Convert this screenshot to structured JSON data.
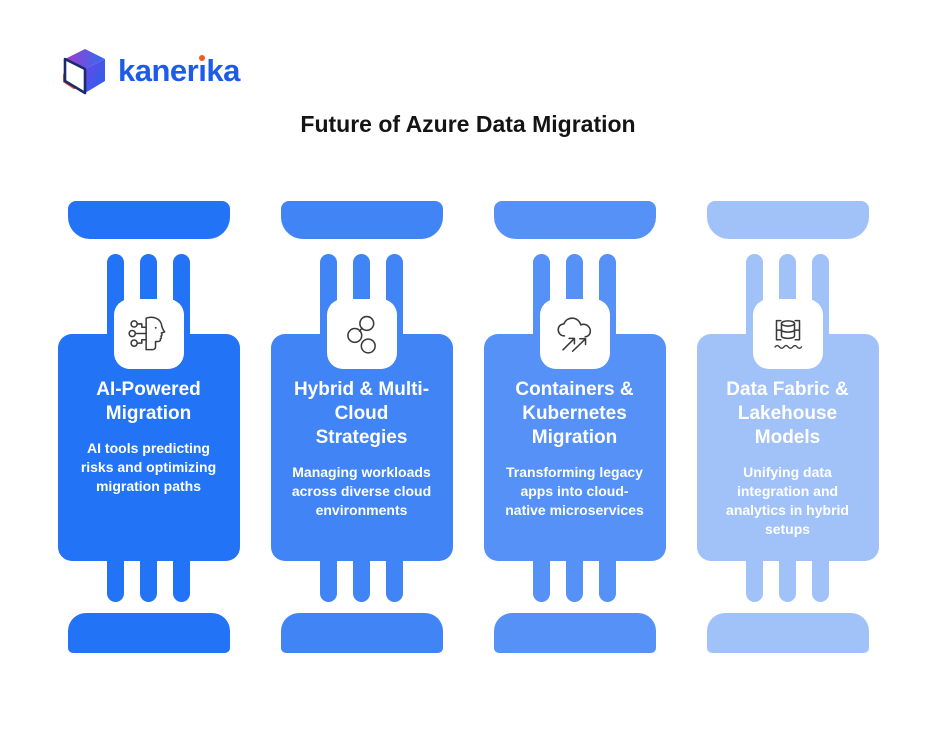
{
  "brand": {
    "name": "kanerika",
    "logo_text_pre": "kaner",
    "logo_text_i": "ı",
    "logo_text_post": "ka",
    "logo_blue": "#1d5ce6",
    "logo_orange": "#f15a29",
    "cube_purple": "#a13ad1",
    "cube_blue": "#2c6cf0"
  },
  "title": "Future of Azure Data Migration",
  "icon_stroke": "#3a3a3a",
  "columns": [
    {
      "id": "ai-powered-migration",
      "icon": "ai-brain-icon",
      "title": "AI-Powered\nMigration",
      "description": "AI tools predicting\nrisks and optimizing\nmigration paths",
      "color": "#2273f5"
    },
    {
      "id": "hybrid-multi-cloud-strategies",
      "icon": "network-nodes-icon",
      "title": "Hybrid & Multi-\nCloud\nStrategies",
      "description": "Managing workloads\nacross diverse cloud\nenvironments",
      "color": "#4084f6"
    },
    {
      "id": "containers-kubernetes-migration",
      "icon": "cloud-migration-icon",
      "title": "Containers &\nKubernetes\nMigration",
      "description": "Transforming legacy\napps into cloud-\nnative microservices",
      "color": "#5591f7"
    },
    {
      "id": "data-fabric-lakehouse-models",
      "icon": "data-lakehouse-icon",
      "title": "Data Fabric &\nLakehouse\nModels",
      "description": "Unifying data\nintegration and\nanalytics in hybrid\nsetups",
      "color": "#a1c2f9"
    }
  ]
}
